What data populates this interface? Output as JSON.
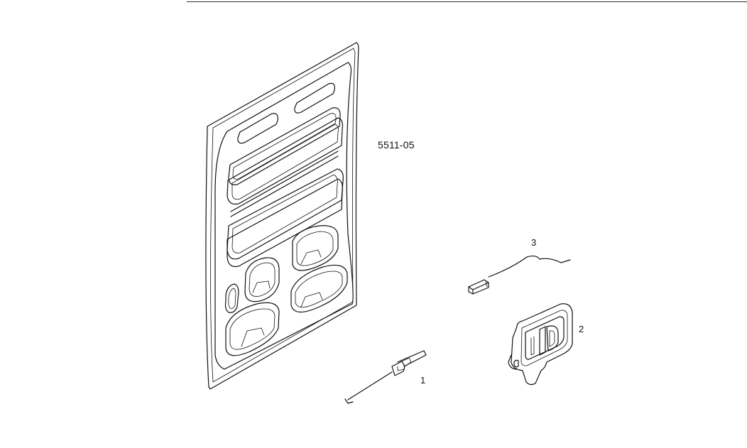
{
  "diagram": {
    "code": "5511-05",
    "callouts": [
      {
        "id": "1",
        "label": "1"
      },
      {
        "id": "2",
        "label": "2"
      },
      {
        "id": "3",
        "label": "3"
      }
    ]
  }
}
